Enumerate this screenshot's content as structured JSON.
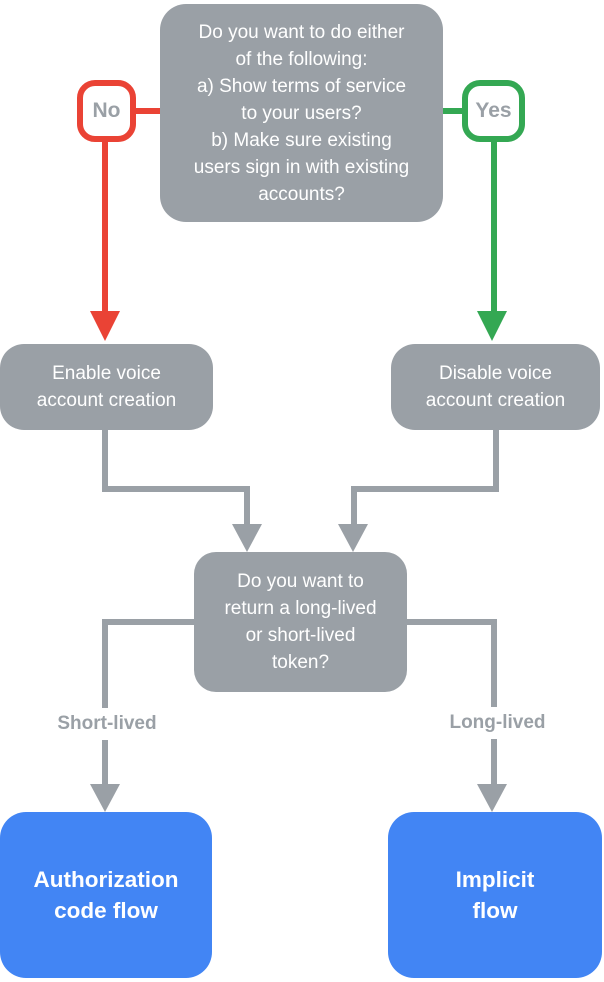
{
  "colors": {
    "gray": "#9AA0A6",
    "red": "#EA4335",
    "green": "#34A853",
    "blue": "#4285F4",
    "white": "#FFFFFF"
  },
  "flowchart": {
    "question_top": {
      "lines": [
        "Do you want to do either",
        "of the following:",
        "a) Show terms of service",
        "to your users?",
        "b) Make sure existing",
        "users sign in with existing",
        "accounts?"
      ]
    },
    "answer_no": "No",
    "answer_yes": "Yes",
    "enable_node": {
      "lines": [
        "Enable voice",
        "account creation"
      ]
    },
    "disable_node": {
      "lines": [
        "Disable voice",
        "account creation"
      ]
    },
    "question_token": {
      "lines": [
        "Do you want to",
        "return a long-lived",
        "or short-lived",
        "token?"
      ]
    },
    "label_short_lived": "Short-lived",
    "label_long_lived": "Long-lived",
    "auth_code_node": {
      "lines": [
        "Authorization",
        "code flow"
      ]
    },
    "implicit_node": {
      "lines": [
        "Implicit",
        "flow"
      ]
    }
  }
}
